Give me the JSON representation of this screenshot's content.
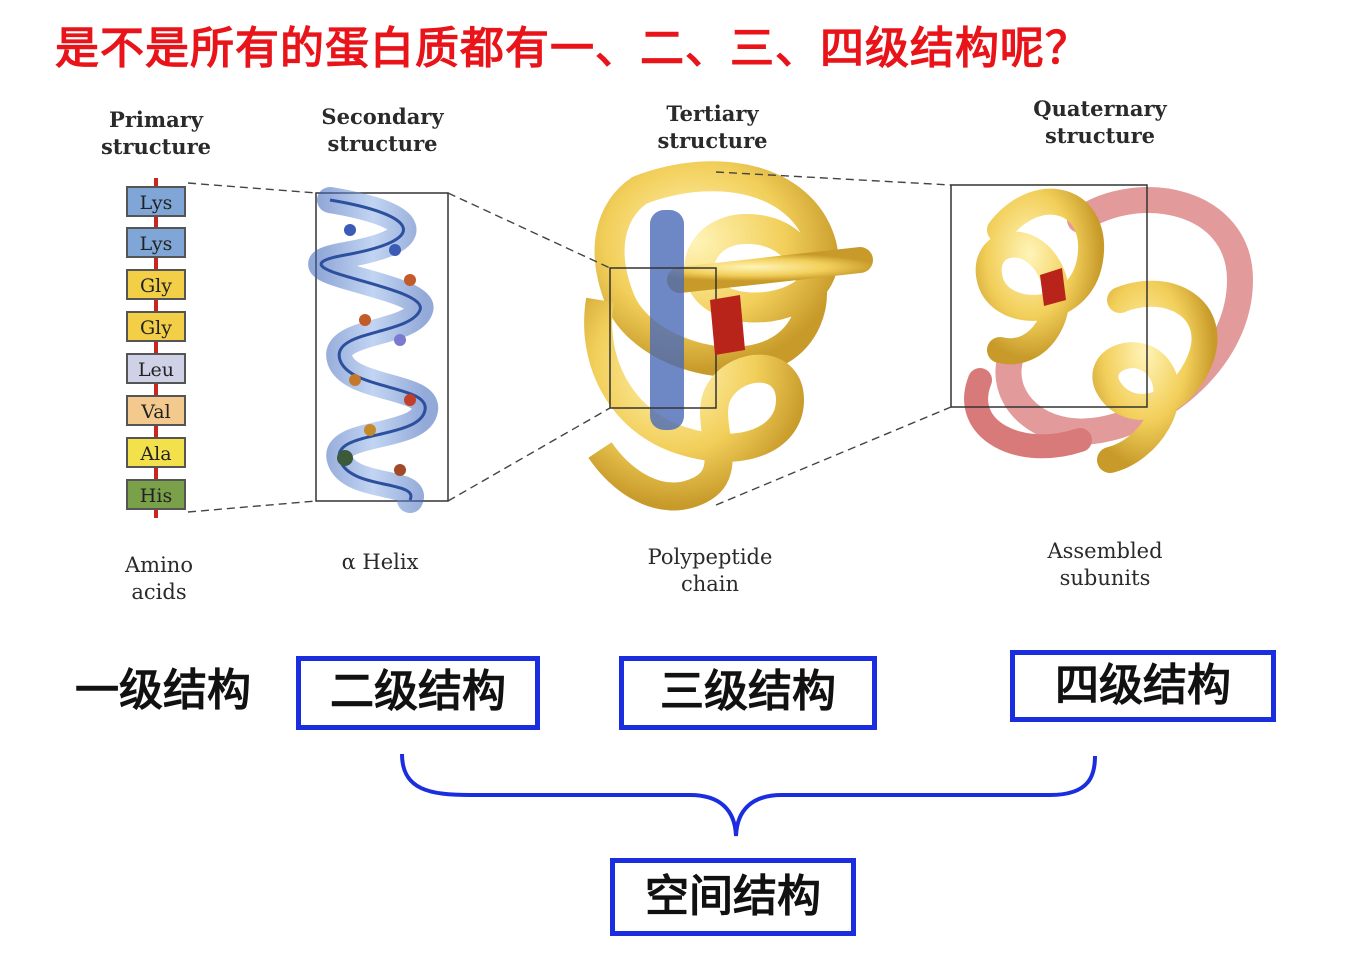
{
  "title": "是不是所有的蛋白质都有一、二、三、四级结构呢？",
  "figure": {
    "heads": {
      "primary": "Primary\nstructure",
      "secondary": "Secondary\nstructure",
      "tertiary": "Tertiary\nstructure",
      "quaternary": "Quaternary\nstructure"
    },
    "foots": {
      "primary": "Amino\nacids",
      "secondary": "α Helix",
      "tertiary": "Polypeptide\nchain",
      "quaternary": "Assembled\nsubunits"
    },
    "amino_acids": [
      {
        "label": "Lys",
        "color": "#7fa6d6"
      },
      {
        "label": "Lys",
        "color": "#7fa6d6"
      },
      {
        "label": "Gly",
        "color": "#f2cf47"
      },
      {
        "label": "Gly",
        "color": "#f2cf47"
      },
      {
        "label": "Leu",
        "color": "#cfd2e6"
      },
      {
        "label": "Val",
        "color": "#f3c98e"
      },
      {
        "label": "Ala",
        "color": "#f2e14a"
      },
      {
        "label": "His",
        "color": "#7aa04a"
      }
    ]
  },
  "levels": {
    "primary": "一级结构",
    "secondary": "二级结构",
    "tertiary": "三级结构",
    "quaternary": "四级结构"
  },
  "spatial": "空间结构",
  "colors": {
    "title": "#e8141a",
    "box_border": "#1a2ee0",
    "brace": "#1a2ee0"
  }
}
